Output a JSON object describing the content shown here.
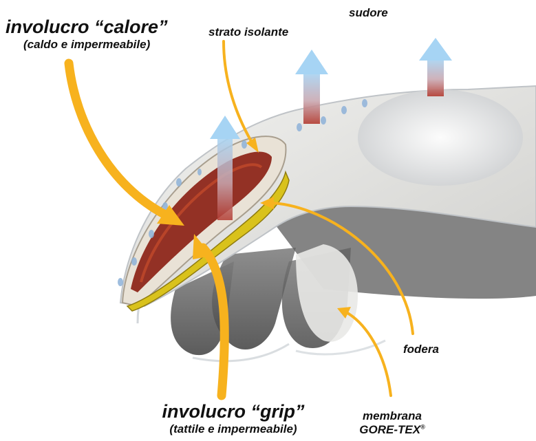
{
  "labels": {
    "sudore": "sudore",
    "strato_isolante": "strato isolante",
    "involucro_calore": "involucro “calore”",
    "involucro_calore_sub": "(caldo e impermeabile)",
    "involucro_grip": "involucro “grip”",
    "involucro_grip_sub": "(tattile e impermeabile)",
    "fodera": "fodera",
    "membrana": "membrana",
    "gore_tex": "GORE-TEX",
    "registered_mark": "®"
  },
  "colors": {
    "arrow": "#f7b21e",
    "glove_shell": "#e6e6e4",
    "glove_shadow": "#6a6a6a",
    "sweat_arrow_top": "#9fcdf0",
    "sweat_arrow_bottom": "#b7413a",
    "insulation_red": "#8a1e12",
    "membrane_yellow": "#d9c21c",
    "droplet": "#8eb2d9"
  }
}
